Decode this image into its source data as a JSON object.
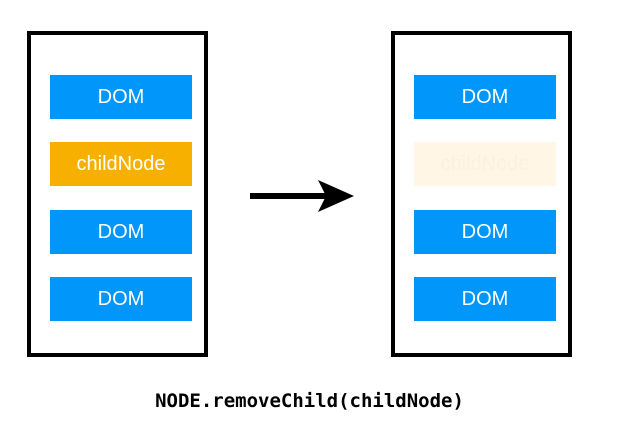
{
  "before": {
    "nodes": [
      {
        "label": "DOM",
        "kind": "dom"
      },
      {
        "label": "childNode",
        "kind": "child"
      },
      {
        "label": "DOM",
        "kind": "dom"
      },
      {
        "label": "DOM",
        "kind": "dom"
      }
    ]
  },
  "after": {
    "nodes": [
      {
        "label": "DOM",
        "kind": "dom"
      },
      {
        "label": "childNode",
        "kind": "removed"
      },
      {
        "label": "DOM",
        "kind": "dom"
      },
      {
        "label": "DOM",
        "kind": "dom"
      }
    ]
  },
  "caption": "NODE.removeChild(childNode)",
  "colors": {
    "dom": "#0096fa",
    "child": "#f7b000",
    "removed": "#fff6e6",
    "border": "#000000"
  },
  "icons": {
    "arrow": "right-arrow-icon"
  }
}
